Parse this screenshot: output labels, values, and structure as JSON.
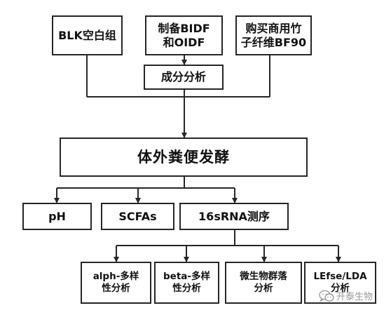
{
  "nodes": {
    "blk": "BLK空白组",
    "prep": "制备BIDF\n和OIDF",
    "buy": "购买商用竹\n子纤维BF90",
    "analysis": "成分分析",
    "ferment": "体外粪便发酵",
    "ph": "pH",
    "scfa": "SCFAs",
    "seq": "16sRNA测序",
    "alpha": "alph-多样\n性分析",
    "beta": "beta-多样\n性分析",
    "micro": "微生物群落\n分析",
    "lefse": "LEfse/LDA\n分析"
  },
  "watermark": {
    "text": "开泰生物",
    "icon": "wechat-icon"
  },
  "colors": {
    "line": "#262626",
    "text": "#111111",
    "watermark": "#9a9a9a"
  }
}
